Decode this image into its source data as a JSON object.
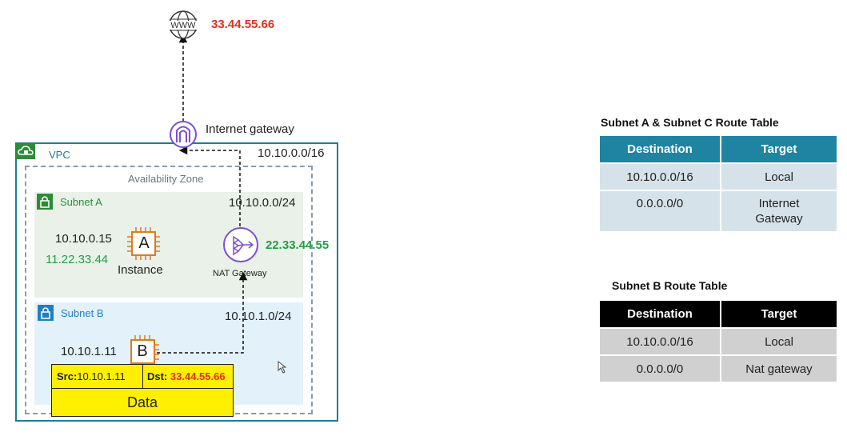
{
  "internet": {
    "label": "WWW",
    "public_ip": "33.44.55.66"
  },
  "igw": {
    "label": "Internet gateway"
  },
  "vpc": {
    "label": "VPC",
    "cidr": "10.10.0.0/16"
  },
  "az": {
    "label": "Availability Zone"
  },
  "subnet_a": {
    "label": "Subnet A",
    "cidr": "10.10.0.0/24",
    "instance": {
      "letter": "A",
      "private_ip": "10.10.0.15",
      "public_ip": "11.22.33.44",
      "label": "Instance"
    },
    "nat": {
      "label": "NAT Gateway",
      "public_ip": "22.33.44.55"
    }
  },
  "subnet_b": {
    "label": "Subnet B",
    "cidr": "10.10.1.0/24",
    "instance": {
      "letter": "B",
      "private_ip": "10.10.1.11"
    }
  },
  "packet": {
    "src_label": "Src:",
    "src_ip": "10.10.1.11",
    "dst_label": "Dst:",
    "dst_ip": "33.44.55.66",
    "data": "Data"
  },
  "route_table_ac": {
    "title": "Subnet A & Subnet C Route Table",
    "headers": [
      "Destination",
      "Target"
    ],
    "rows": [
      [
        "10.10.0.0/16",
        "Local"
      ],
      [
        "0.0.0.0/0",
        "Internet\nGateway"
      ]
    ]
  },
  "route_table_b": {
    "title": "Subnet B Route Table",
    "headers": [
      "Destination",
      "Target"
    ],
    "rows": [
      [
        "10.10.0.0/16",
        "Local"
      ],
      [
        "0.0.0.0/0",
        "Nat gateway"
      ]
    ]
  },
  "colors": {
    "vpc": "#1f7f8f",
    "subnet_a": "#e9f1e8",
    "subnet_b": "#e3f1fa",
    "public_ip_red": "#e0301e",
    "public_ip_green": "#21a049",
    "packet": "#ffef00",
    "rt_header_ac": "#1e84a2",
    "rt_header_b": "#000000"
  },
  "icons": [
    "globe-icon",
    "internet-gateway-icon",
    "nat-gateway-icon",
    "ec2-instance-icon",
    "lock-icon",
    "vpc-cloud-icon",
    "cursor-icon"
  ]
}
